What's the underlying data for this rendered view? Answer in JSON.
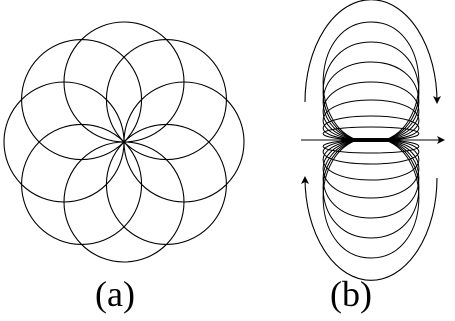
{
  "figure": {
    "stroke_color": "#000000",
    "background_color": "#ffffff",
    "panels": [
      {
        "id": "a",
        "label": "(a)",
        "description_type": "rosette",
        "circle_count": 8
      },
      {
        "id": "b",
        "label": "(b)",
        "description_type": "field-lines",
        "loop_levels": 6,
        "has_circulation_arrows": true,
        "has_axis_arrows": true
      }
    ]
  }
}
